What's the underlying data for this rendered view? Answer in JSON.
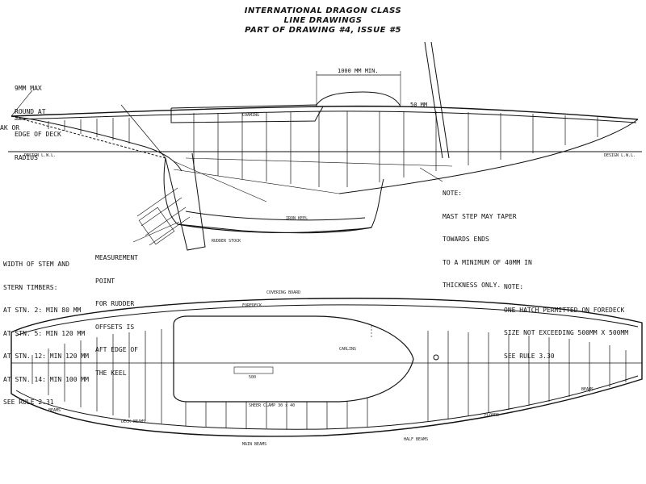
{
  "title": {
    "line1": "INTERNATIONAL DRAGON CLASS",
    "line2": "LINE DRAWINGS",
    "line3": "PART OF DRAWING #4, ISSUE #5"
  },
  "notes": {
    "deck_radius": [
      "9MM MAX",
      "ROUND AT",
      "EDGE OF DECK",
      "RADIUS"
    ],
    "ak_or": "AK OR",
    "mast_step": [
      "NOTE:",
      "MAST STEP MAY TAPER",
      "TOWARDS ENDS",
      "TO A MINIMUM OF 40MM IN",
      "THICKNESS ONLY."
    ],
    "measurement_point": [
      "MEASUREMENT",
      "POINT",
      "FOR RUDDER",
      "OFFSETS IS",
      "AFT EDGE OF",
      "THE KEEL"
    ],
    "stem_stern": [
      "WIDTH OF STEM AND",
      "STERN TIMBERS:",
      "AT STN. 2: MIN 80 MM",
      "AT STN. 5: MIN 120 MM",
      "AT STN. 12: MIN 120 MM",
      "AT STN. 14: MIN 100 MM",
      "SEE RULE 2.31"
    ],
    "hatch": [
      "NOTE:",
      "ONE HATCH PERMITTED ON FOREDECK",
      "SIZE NOT EXCEEDING 500MM X 500MM",
      "SEE RULE 3.30"
    ]
  },
  "dimensions": {
    "mm_min": "1000 MM MIN.",
    "fifty_mm": "50 MM",
    "scale_note": "500"
  },
  "small_labels": {
    "waterline_left": "DESIGN L.W.L.",
    "waterline_right": "DESIGN L.W.L.",
    "coaming": "COAMING",
    "keel_iron": "IRON KEEL",
    "rudder_note": "RUDDER STOCK",
    "toe_rail": "COVERING BOARD",
    "beam_note": "FOREDECK",
    "sheer_clamp": "SHEER CLAMP 30 x 40",
    "main_beams": "MAIN BEAMS",
    "half_beams": "HALF BEAMS",
    "beams_left": "BEAMS",
    "beams_right": "BEAMS",
    "carlins": "CARLINS",
    "deck_beams": "DECK BEAMS",
    "floors_note": "FLOORS"
  }
}
